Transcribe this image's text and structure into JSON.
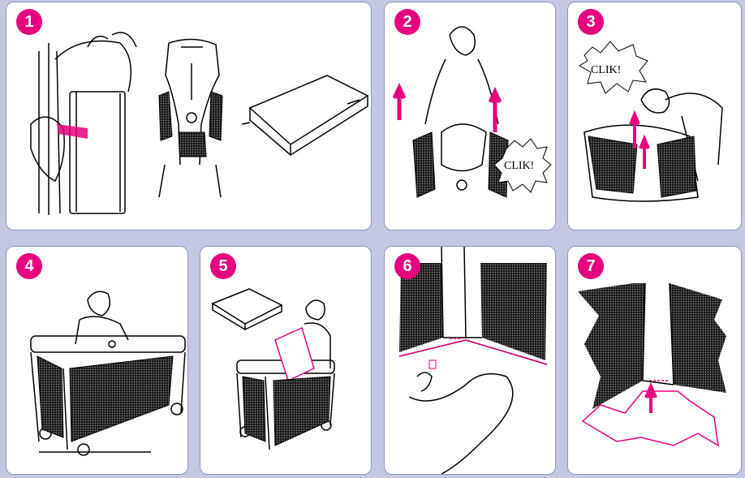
{
  "steps": [
    {
      "number": "1"
    },
    {
      "number": "2",
      "clik": "CLIK!"
    },
    {
      "number": "3",
      "clik": "CLIK!"
    },
    {
      "number": "4"
    },
    {
      "number": "5"
    },
    {
      "number": "6"
    },
    {
      "number": "7"
    }
  ],
  "colors": {
    "background": "#c3c9e2",
    "panel": "#ffffff",
    "accent": "#e6007e",
    "mesh": "#3a3a3a"
  }
}
